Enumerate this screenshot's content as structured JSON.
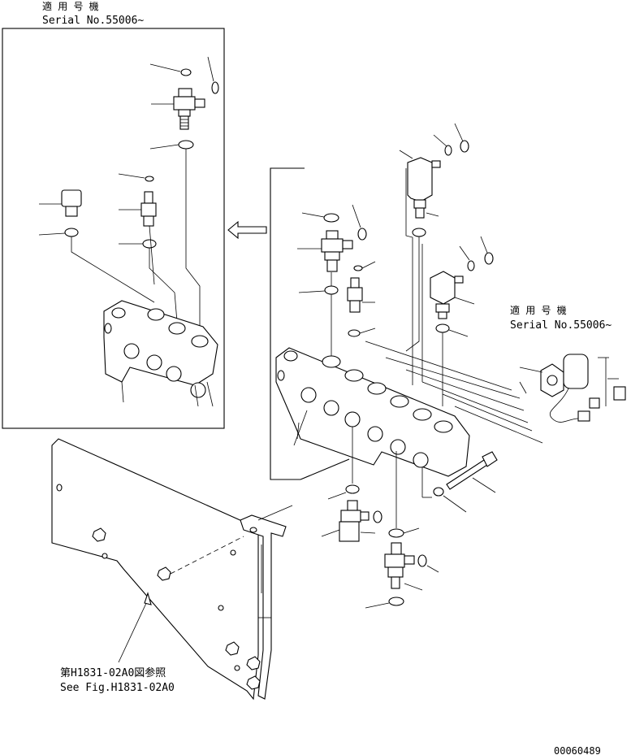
{
  "inset": {
    "applicable_label": "適 用 号 機",
    "serial_label": "Serial No.55006~"
  },
  "solenoid_note": {
    "applicable_label": "適 用 号 機",
    "serial_label": "Serial No.55006~"
  },
  "reference": {
    "jp": "第H1831-02A0図参照",
    "en": "See Fig.H1831-02A0"
  },
  "drawing_number": "00060489"
}
